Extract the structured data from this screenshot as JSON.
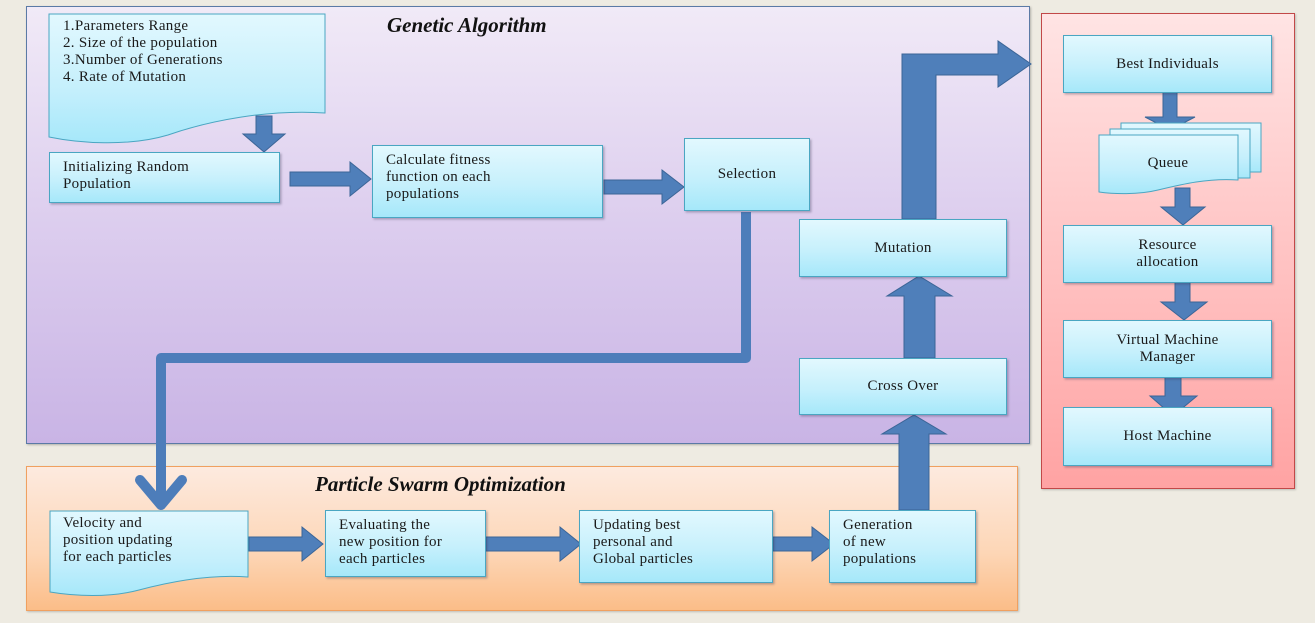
{
  "colors": {
    "background": "#eeebe2",
    "ga_panel": "#dccdee",
    "pso_panel": "#fdd6b6",
    "resource_panel": "#ffc4c4",
    "box_fill": "#c6f0fc",
    "box_border": "#4aa6c2",
    "arrow": "#4f7fba"
  },
  "genetic_algorithm": {
    "title": "Genetic  Algorithm",
    "parameters": {
      "lines": [
        "1.Parameters Range",
        "2. Size of the population",
        "3.Number of Generations",
        "4. Rate of Mutation"
      ]
    },
    "initialize": {
      "lines": [
        "Initializing Random",
        "Population"
      ]
    },
    "fitness": {
      "lines": [
        "Calculate fitness",
        "function on each",
        "populations"
      ]
    },
    "selection": {
      "label": "Selection"
    },
    "mutation": {
      "label": "Mutation"
    },
    "crossover": {
      "label": "Cross Over"
    }
  },
  "particle_swarm": {
    "title": "Particle Swarm Optimization",
    "velocity": {
      "lines": [
        "Velocity  and",
        "position updating",
        "for each particles"
      ]
    },
    "evaluate": {
      "lines": [
        "Evaluating the",
        "new position for",
        "each particles"
      ]
    },
    "update_best": {
      "lines": [
        "Updating best",
        "personal and",
        "Global particles"
      ]
    },
    "generation": {
      "lines": [
        "Generation",
        "of new",
        "populations"
      ]
    }
  },
  "resource_flow": {
    "best_individuals": {
      "label": "Best Individuals"
    },
    "queue": {
      "label": "Queue"
    },
    "resource_allocation": {
      "lines": [
        "Resource",
        "allocation"
      ]
    },
    "vm_manager": {
      "lines": [
        "Virtual Machine",
        "Manager"
      ]
    },
    "host_machine": {
      "label": "Host Machine"
    }
  }
}
